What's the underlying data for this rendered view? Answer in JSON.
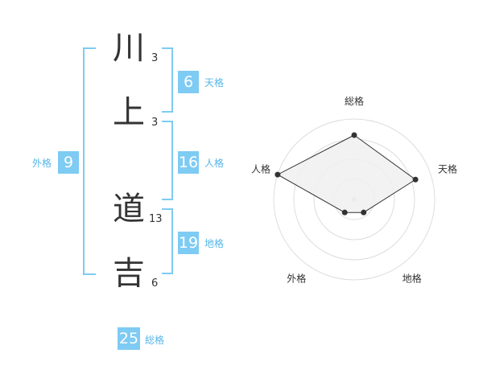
{
  "name": {
    "characters": [
      {
        "char": "川",
        "strokes": "3"
      },
      {
        "char": "上",
        "strokes": "3"
      },
      {
        "char": "道",
        "strokes": "13"
      },
      {
        "char": "吉",
        "strokes": "6"
      }
    ]
  },
  "fortunes": {
    "tenkaku": {
      "value": "6",
      "label": "天格"
    },
    "jinkaku": {
      "value": "16",
      "label": "人格"
    },
    "chikaku": {
      "value": "19",
      "label": "地格"
    },
    "gaikaku": {
      "value": "9",
      "label": "外格"
    },
    "soukaku": {
      "value": "25",
      "label": "総格"
    }
  },
  "colors": {
    "accent": "#7ecbf3",
    "accent_text": "#55b6e8",
    "radar_fill": "#f0f0f0",
    "radar_stroke": "#333333"
  },
  "chart_data": {
    "type": "radar",
    "axes": [
      "総格",
      "天格",
      "地格",
      "外格",
      "人格"
    ],
    "values": [
      0.8,
      0.8,
      0.2,
      0.2,
      1.0
    ],
    "rings": 4,
    "range": [
      0,
      1
    ]
  }
}
